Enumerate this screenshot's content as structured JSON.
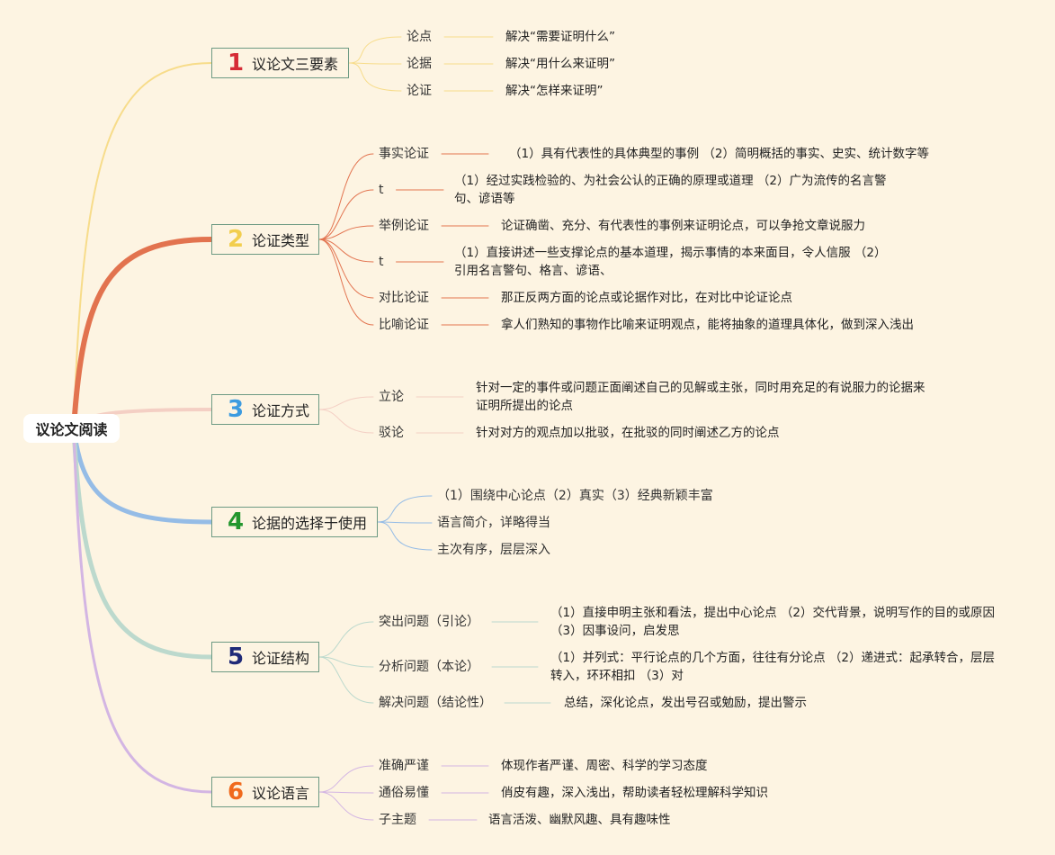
{
  "root": {
    "label": "议论文阅读"
  },
  "branches": [
    {
      "number": "1",
      "label": "议论文三要素",
      "color": "#f7dc8a",
      "num_color": "#d62b36",
      "children": [
        {
          "label": "论点",
          "detail": "解决“需要证明什么”"
        },
        {
          "label": "论据",
          "detail": "解决“用什么来证明”"
        },
        {
          "label": "论证",
          "detail": "解决“怎样来证明”"
        }
      ]
    },
    {
      "number": "2",
      "label": "论证类型",
      "color": "#e2734f",
      "num_color": "#f2ce4e",
      "children": [
        {
          "label": "事实论证",
          "detail": "（1）具有代表性的具体典型的事例 （2）简明概括的事实、史实、统计数字等"
        },
        {
          "label": "t",
          "detail": "（1）经过实践检验的、为社会公认的正确的原理或道理 （2）广为流传的名言警句、谚语等"
        },
        {
          "label": "举例论证",
          "detail": "论证确凿、充分、有代表性的事例来证明论点，可以争抢文章说服力"
        },
        {
          "label": "t",
          "detail": "（1）直接讲述一些支撑论点的基本道理，揭示事情的本来面目，令人信服 （2）引用名言警句、格言、谚语、"
        },
        {
          "label": "对比论证",
          "detail": "那正反两方面的论点或论据作对比，在对比中论证论点"
        },
        {
          "label": "比喻论证",
          "detail": "拿人们熟知的事物作比喻来证明观点，能将抽象的道理具体化，做到深入浅出"
        }
      ]
    },
    {
      "number": "3",
      "label": "论证方式",
      "color": "#f4cfc4",
      "num_color": "#3c9be0",
      "children": [
        {
          "label": "立论",
          "detail": "针对一定的事件或问题正面阐述自己的见解或主张，同时用充足的有说服力的论据来证明所提出的论点"
        },
        {
          "label": "驳论",
          "detail": "针对对方的观点加以批驳，在批驳的同时阐述乙方的论点"
        }
      ]
    },
    {
      "number": "4",
      "label": "论据的选择于使用",
      "color": "#95bce6",
      "num_color": "#23962e",
      "children": [
        {
          "label": "（1）围绕中心论点（2）真实（3）经典新颖丰富",
          "detail": ""
        },
        {
          "label": "语言简介，详略得当",
          "detail": ""
        },
        {
          "label": "主次有序，层层深入",
          "detail": ""
        }
      ]
    },
    {
      "number": "5",
      "label": "论证结构",
      "color": "#bcd9cd",
      "num_color": "#1f2a78",
      "children": [
        {
          "label": "突出问题（引论）",
          "detail": "（1）直接申明主张和看法，提出中心论点 （2）交代背景，说明写作的目的或原因 （3）因事设问，启发思"
        },
        {
          "label": "分析问题（本论）",
          "detail": "（1）并列式：平行论点的几个方面，往往有分论点 （2）递进式：起承转合，层层转入，环环相扣 （3）对"
        },
        {
          "label": "解决问题（结论性）",
          "detail": "总结，深化论点，发出号召或勉励，提出警示"
        }
      ]
    },
    {
      "number": "6",
      "label": "议论语言",
      "color": "#d3b5e3",
      "num_color": "#f06a1d",
      "children": [
        {
          "label": "准确严谨",
          "detail": "体现作者严谨、周密、科学的学习态度"
        },
        {
          "label": "通俗易懂",
          "detail": "俏皮有趣，深入浅出，帮助读者轻松理解科学知识"
        },
        {
          "label": "子主题",
          "detail": "语言活泼、幽默风趣、具有趣味性"
        }
      ]
    }
  ]
}
